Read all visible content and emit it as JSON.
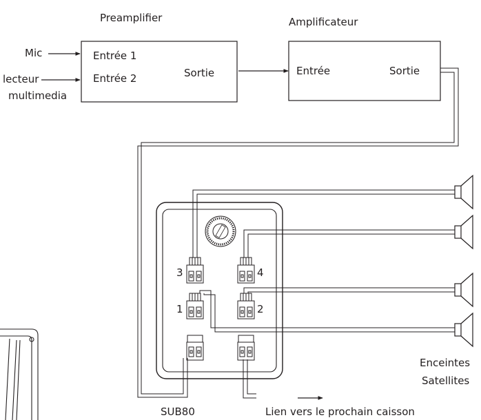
{
  "preamp": {
    "title": "Preamplifier",
    "input1": "Entrée 1",
    "input2": "Entrée 2",
    "output": "Sortie"
  },
  "amp": {
    "title": "Amplificateur",
    "input": "Entrée",
    "output": "Sortie"
  },
  "sources": {
    "mic": "Mic",
    "media_line1": "lecteur",
    "media_line2": "multimedia"
  },
  "sub": {
    "ports": [
      "3",
      "4",
      "1",
      "2"
    ],
    "name": "SUB80"
  },
  "speakers": {
    "line1": "Enceintes",
    "line2": "Satellites"
  },
  "link": {
    "label": "Lien vers le prochain caisson"
  }
}
